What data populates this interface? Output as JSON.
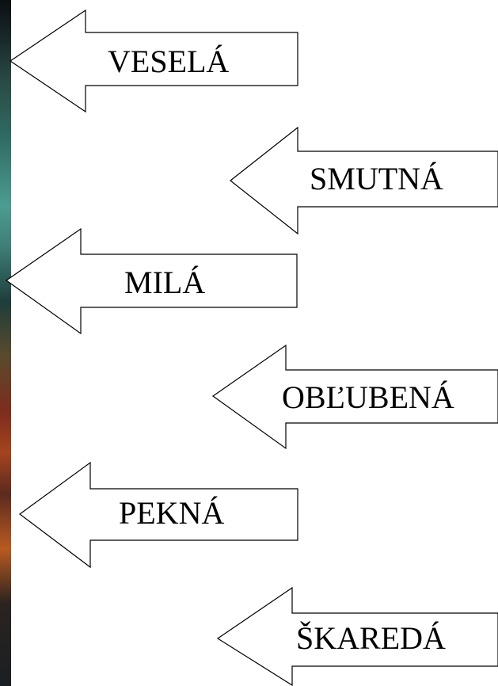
{
  "arrows": [
    {
      "label": "VESELÁ"
    },
    {
      "label": "SMUTNÁ"
    },
    {
      "label": "MILÁ"
    },
    {
      "label": "OBĽUBENÁ"
    },
    {
      "label": "PEKNÁ"
    },
    {
      "label": "ŠKAREDÁ"
    }
  ],
  "colors": {
    "arrow_fill": "#ffffff",
    "arrow_stroke": "#000000",
    "text": "#000000"
  }
}
